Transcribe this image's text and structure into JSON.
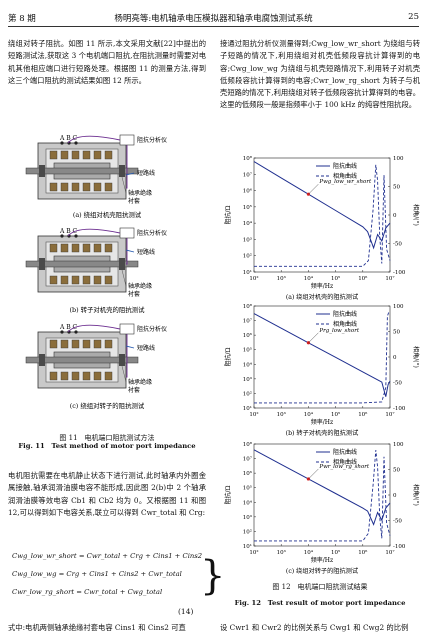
{
  "header": {
    "left": "第 8 期",
    "center": "杨明亮等:电机轴承电压模拟器和轴承电腐蚀测试系统",
    "page": "25"
  },
  "left_text": {
    "p1": "绕组对转子阻抗。如图 11 所示,本文采用文献[22]中提出的短路测试法,获取这 3 个电机端口阻抗,在阻抗测量时需要对电机其他相应端口进行短路处理。根据图 11 的测量方法,得到这三个端口阻抗的测试结果如图 12 所示。",
    "p2": "电机阻抗需要在电机静止状态下进行测试,此时轴承内外圈金属接触,轴承润滑油膜电容不能形成,因此图 2(b)中 2 个轴承润滑油膜等效电容 Cb1 和 Cb2 均为 0。又根据图 11 和图 12,可以得到如下电容关系,联立可以得到 Cwr_total 和 Crg:",
    "p3": "式中:电机两侧轴承绝缘衬套电容 Cins1 和 Cins2 可直"
  },
  "right_text": {
    "p1": "接通过阻抗分析仪测量得到;Cwg_low_wr_short 为绕组与转子短路的情况下,利用绕组对机壳低频段容抗计算得到的电容;Cwg_low_wg 为绕组与机壳短路情况下,利用转子对机壳低频段容抗计算得到的电容;Cwr_low_rg_short 为转子与机壳短路的情况下,利用绕组对转子低频段容抗计算得到的电容。这里的低频段一般是指频率小于 100 kHz 的纯容性阻抗段。",
    "p_bottom": "设 Cwr1 和 Cwr2 的比例关系与 Cwg1 和 Cwg2 的比例"
  },
  "fig11": {
    "caption_cn": "图 11　电机端口阻抗测试方法",
    "caption_en": "Fig. 11　Test method of motor port impedance",
    "panels": [
      {
        "abc": "A B C",
        "analyzer": "阻抗分析仪",
        "short": "短路线",
        "bearing": "轴承绝缘衬套",
        "sub": "(a) 绕组对机壳阻抗测试"
      },
      {
        "abc": "A B C",
        "analyzer": "阻抗分析仪",
        "short": "短路线",
        "bearing": "轴承绝缘衬套",
        "sub": "(b) 转子对机壳的阻抗测试"
      },
      {
        "abc": "A B C",
        "analyzer": "阻抗分析仪",
        "short": "短路线",
        "bearing": "轴承绝缘衬套",
        "sub": "(c) 绕组对转子的阻抗测试"
      }
    ]
  },
  "fig12": {
    "caption_cn": "图 12　电机端口阻抗测试结果",
    "caption_en": "Fig. 12　Test result of motor port impedance"
  },
  "equation": {
    "rows": [
      "Cwg_low_wr_short = Cwr_total + Crg + Cins1 + Cins2",
      "Cwg_low_wg = Crg + Cins1 + Cins2 + Cwr_total",
      "Cwr_low_rg_short = Cwr_total + Cwg_total"
    ],
    "number": "(14)"
  },
  "chart_data": [
    {
      "type": "line",
      "x_scale": "log",
      "xlim": [
        100,
        10000000
      ],
      "xlabel": "频率/Hz",
      "ylabel_left": "阻抗/Ω",
      "ylabel_right": "相角/(°)",
      "y_scale": "log",
      "ylim": [
        10,
        100000000
      ],
      "y2lim": [
        -100,
        100
      ],
      "xticks": [
        "10²",
        "10³",
        "10⁴",
        "10⁵",
        "10⁶",
        "10⁷"
      ],
      "yticks": [
        "10¹",
        "10²",
        "10³",
        "10⁴",
        "10⁵",
        "10⁶",
        "10⁷",
        "10⁸"
      ],
      "y2ticks": [
        "100",
        "50",
        "0",
        "-50",
        "-100"
      ],
      "legend": [
        "阻抗曲线",
        "相角曲线"
      ],
      "legend_position": "top-right",
      "annotation": "Pwg_low_wr_short",
      "subtitle": "(a) 绕组对机壳的阻抗测试",
      "series": [
        {
          "name": "阻抗曲线",
          "x": [
            100,
            1000,
            10000,
            100000,
            1000000,
            1500000,
            2500000,
            3500000,
            5000000,
            7000000,
            10000000
          ],
          "y": [
            60000000,
            6000000,
            600000,
            60000,
            6000,
            3000,
            300,
            2000,
            800,
            5000,
            10000
          ]
        },
        {
          "name": "相角曲线",
          "x": [
            100,
            10000,
            1000000,
            1600000,
            2400000,
            3000000,
            3500000,
            4200000,
            5000000,
            6000000,
            7500000,
            10000000
          ],
          "y": [
            -90,
            -90,
            -90,
            -80,
            10,
            88,
            60,
            -40,
            -85,
            70,
            -60,
            -80
          ]
        }
      ]
    },
    {
      "type": "line",
      "x_scale": "log",
      "xlim": [
        100,
        10000000
      ],
      "xlabel": "频率/Hz",
      "ylabel_left": "阻抗/Ω",
      "ylabel_right": "相角/(°)",
      "y_scale": "log",
      "ylim": [
        10,
        100000000
      ],
      "y2lim": [
        -100,
        100
      ],
      "xticks": [
        "10²",
        "10³",
        "10⁴",
        "10⁵",
        "10⁶",
        "10⁷"
      ],
      "yticks": [
        "10¹",
        "10²",
        "10³",
        "10⁴",
        "10⁵",
        "10⁶",
        "10⁷",
        "10⁸"
      ],
      "y2ticks": [
        "100",
        "50",
        "0",
        "-50",
        "-100"
      ],
      "legend": [
        "阻抗曲线",
        "相角曲线"
      ],
      "legend_position": "top-right",
      "annotation": "Prg_low_short",
      "subtitle": "(b) 转子对机壳的阻抗测试",
      "series": [
        {
          "name": "阻抗曲线",
          "x": [
            100,
            1000,
            10000,
            100000,
            1000000,
            5000000,
            7000000,
            8500000,
            10000000
          ],
          "y": [
            30000000,
            3000000,
            300000,
            30000,
            3000,
            600,
            60,
            400,
            700
          ]
        },
        {
          "name": "相角曲线",
          "x": [
            100,
            1000000,
            5000000,
            7000000,
            8000000,
            9000000,
            10000000
          ],
          "y": [
            -90,
            -90,
            -88,
            -60,
            80,
            88,
            88
          ]
        }
      ]
    },
    {
      "type": "line",
      "x_scale": "log",
      "xlim": [
        100,
        10000000
      ],
      "xlabel": "频率/Hz",
      "ylabel_left": "阻抗/Ω",
      "ylabel_right": "相角/(°)",
      "y_scale": "log",
      "ylim": [
        10,
        100000000
      ],
      "y2lim": [
        -100,
        100
      ],
      "xticks": [
        "10²",
        "10³",
        "10⁴",
        "10⁵",
        "10⁶",
        "10⁷"
      ],
      "yticks": [
        "10¹",
        "10²",
        "10³",
        "10⁴",
        "10⁵",
        "10⁶",
        "10⁷",
        "10⁸"
      ],
      "y2ticks": [
        "100",
        "50",
        "0",
        "-50",
        "-100"
      ],
      "legend": [
        "阻抗曲线",
        "相角曲线"
      ],
      "legend_position": "top-right",
      "annotation": "Pwr_low_rg_short",
      "subtitle": "(c) 绕组对转子的阻抗测试",
      "series": [
        {
          "name": "阻抗曲线",
          "x": [
            100,
            1000,
            10000,
            100000,
            1000000,
            1500000,
            2500000,
            3500000,
            5000000,
            7000000,
            10000000
          ],
          "y": [
            40000000,
            4000000,
            400000,
            40000,
            4000,
            2500,
            300,
            2000,
            600,
            4000,
            9000
          ]
        },
        {
          "name": "相角曲线",
          "x": [
            100,
            10000,
            1000000,
            1600000,
            2400000,
            3000000,
            3500000,
            4200000,
            5000000,
            6000000,
            7500000,
            10000000
          ],
          "y": [
            -90,
            -90,
            -90,
            -75,
            20,
            88,
            55,
            -45,
            -85,
            75,
            -55,
            -80
          ]
        }
      ]
    }
  ]
}
